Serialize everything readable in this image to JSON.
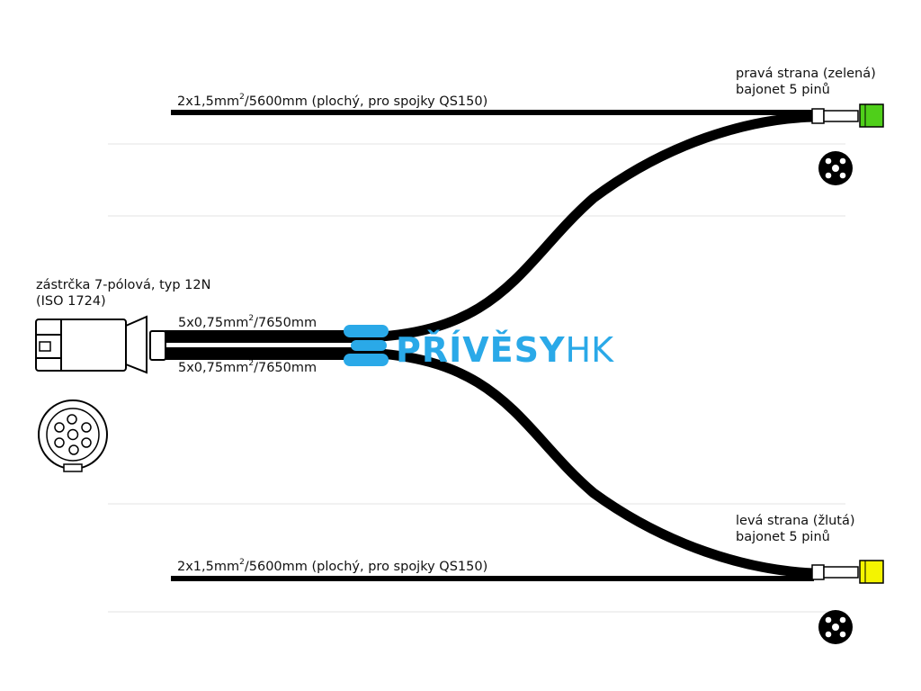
{
  "colors": {
    "cable": "#000000",
    "green_connector": "#4fcf1a",
    "yellow_connector": "#f4f400",
    "logo": "#2aa9e8"
  },
  "labels": {
    "top_cable": {
      "pre": "2x1,5mm",
      "sup": "2",
      "post": "/5600mm (plochý, pro spojky QS150)"
    },
    "bottom_cable": {
      "pre": "2x1,5mm",
      "sup": "2",
      "post": "/5600mm (plochý, pro spojky QS150)"
    },
    "branch_upper": {
      "pre": "5x0,75mm",
      "sup": "2",
      "post": "/7650mm"
    },
    "branch_lower": {
      "pre": "5x0,75mm",
      "sup": "2",
      "post": "/7650mm"
    },
    "right_side_line1": "pravá  strana (zelená)",
    "right_side_line2": "bajonet 5 pinů",
    "left_side_line1": "levá  strana (žlutá)",
    "left_side_line2": "bajonet 5 pinů",
    "plug_line1": "zástrčka 7-pólová, typ 12N",
    "plug_line2": "(ISO 1724)"
  },
  "logo": {
    "main": "PŘÍVĚSY",
    "suffix": "HK"
  },
  "icons": {
    "plug": "plug-7pin-icon",
    "plug_face": "socket-7pin-face-icon",
    "bayonet_face": "bayonet-5pin-face-icon"
  }
}
